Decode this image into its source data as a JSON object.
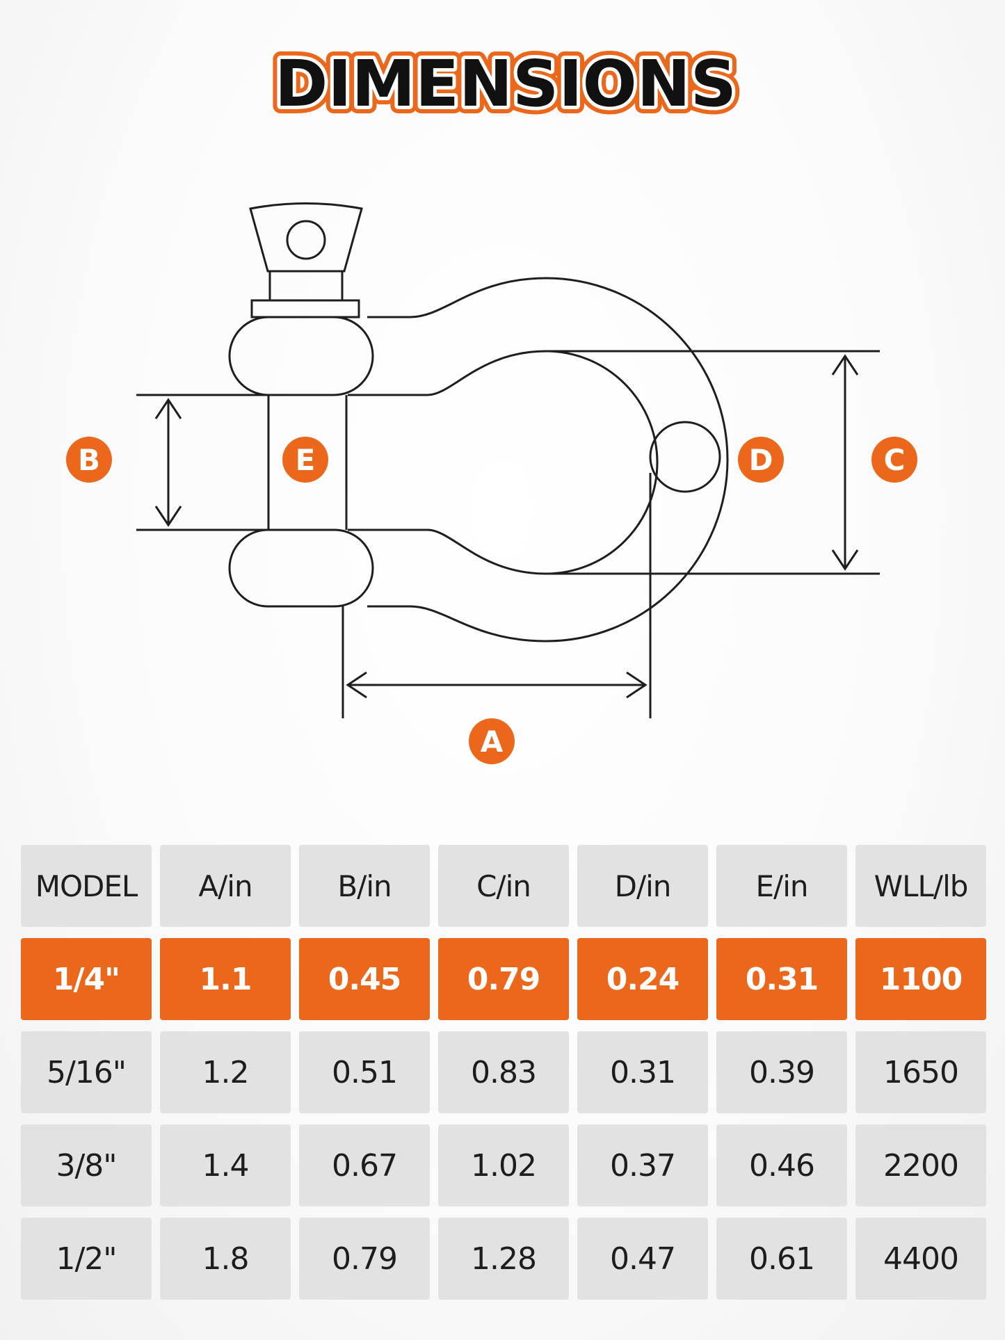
{
  "title": "DIMENSIONS",
  "colors": {
    "accent": "#ea671b",
    "cell_bg": "#e2e2e2",
    "text": "#1d1d1d"
  },
  "labels": {
    "a": "A",
    "b": "B",
    "c": "C",
    "d": "D",
    "e": "E"
  },
  "table": {
    "headers": [
      "MODEL",
      "A/in",
      "B/in",
      "C/in",
      "D/in",
      "E/in",
      "WLL/lb"
    ],
    "rows": [
      [
        "1/4\"",
        "1.1",
        "0.45",
        "0.79",
        "0.24",
        "0.31",
        "1100"
      ],
      [
        "5/16\"",
        "1.2",
        "0.51",
        "0.83",
        "0.31",
        "0.39",
        "1650"
      ],
      [
        "3/8\"",
        "1.4",
        "0.67",
        "1.02",
        "0.37",
        "0.46",
        "2200"
      ],
      [
        "1/2\"",
        "1.8",
        "0.79",
        "1.28",
        "0.47",
        "0.61",
        "4400"
      ]
    ],
    "highlighted_row": 0
  }
}
